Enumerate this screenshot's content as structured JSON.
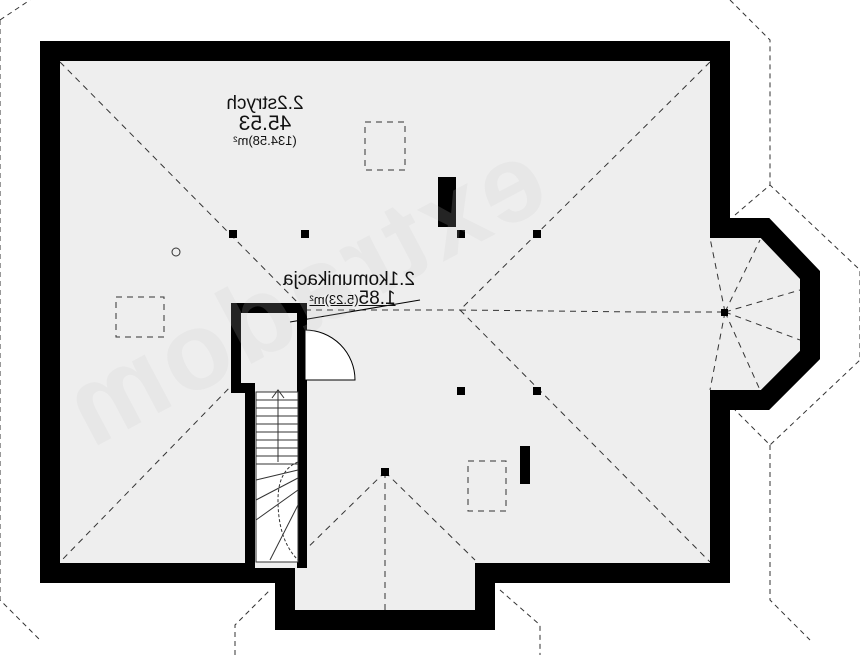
{
  "rooms": [
    {
      "number": "2.2",
      "name": "strych",
      "area": "45.53",
      "area_total": "(134.58)m²"
    },
    {
      "number": "2.1",
      "name": "komunikacja",
      "area": "1.85",
      "area_total": "(5.23)m²"
    }
  ],
  "watermark": "extradom",
  "colors": {
    "wall": "#000000",
    "floor": "#eeeeee",
    "dash": "#333333"
  }
}
